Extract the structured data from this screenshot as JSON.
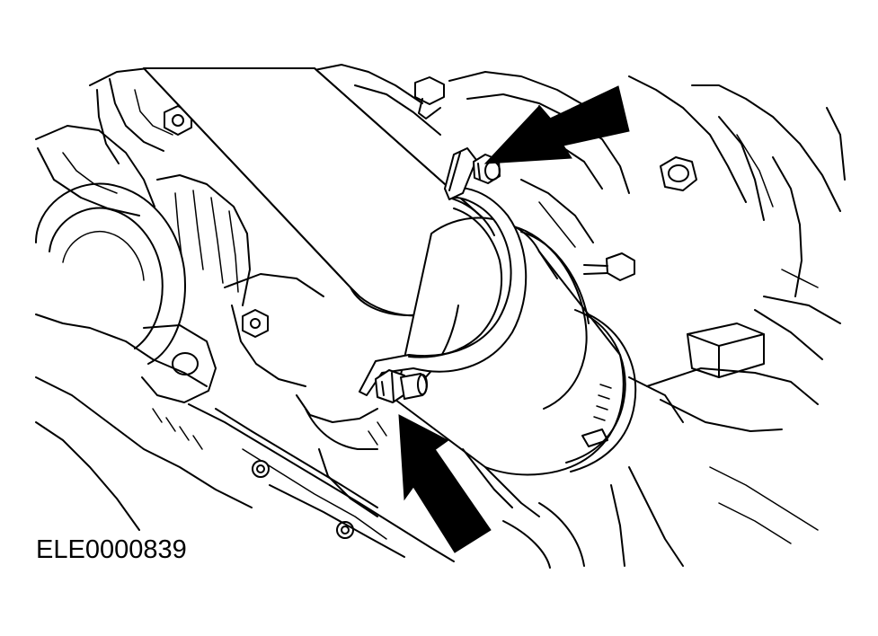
{
  "figure": {
    "label": "ELE0000839"
  },
  "callouts": [
    {
      "name": "upper-arrow",
      "points_to": "upper-clamp-bolt"
    },
    {
      "name": "lower-arrow",
      "points_to": "lower-clamp-bolt"
    }
  ],
  "colors": {
    "line": "#000000",
    "background": "#ffffff"
  }
}
